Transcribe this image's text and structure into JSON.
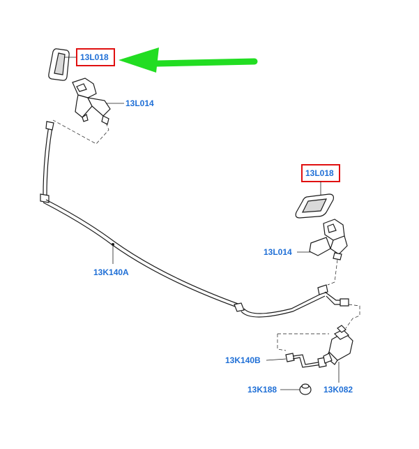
{
  "colors": {
    "label": "#1f6fd6",
    "highlight": "#e01010",
    "arrow": "#22dd22",
    "line": "#1a1a1a"
  },
  "labels": {
    "cap_left": "13L018",
    "jet_left": "13L014",
    "hose_main": "13K140A",
    "cap_right": "13L018",
    "jet_right": "13L014",
    "hose_branch": "13K140B",
    "grommet": "13K188",
    "pump": "13K082"
  },
  "highlighted_parts": [
    "13L018",
    "13L018"
  ],
  "icons": {
    "pointer": "green-arrow-icon"
  }
}
